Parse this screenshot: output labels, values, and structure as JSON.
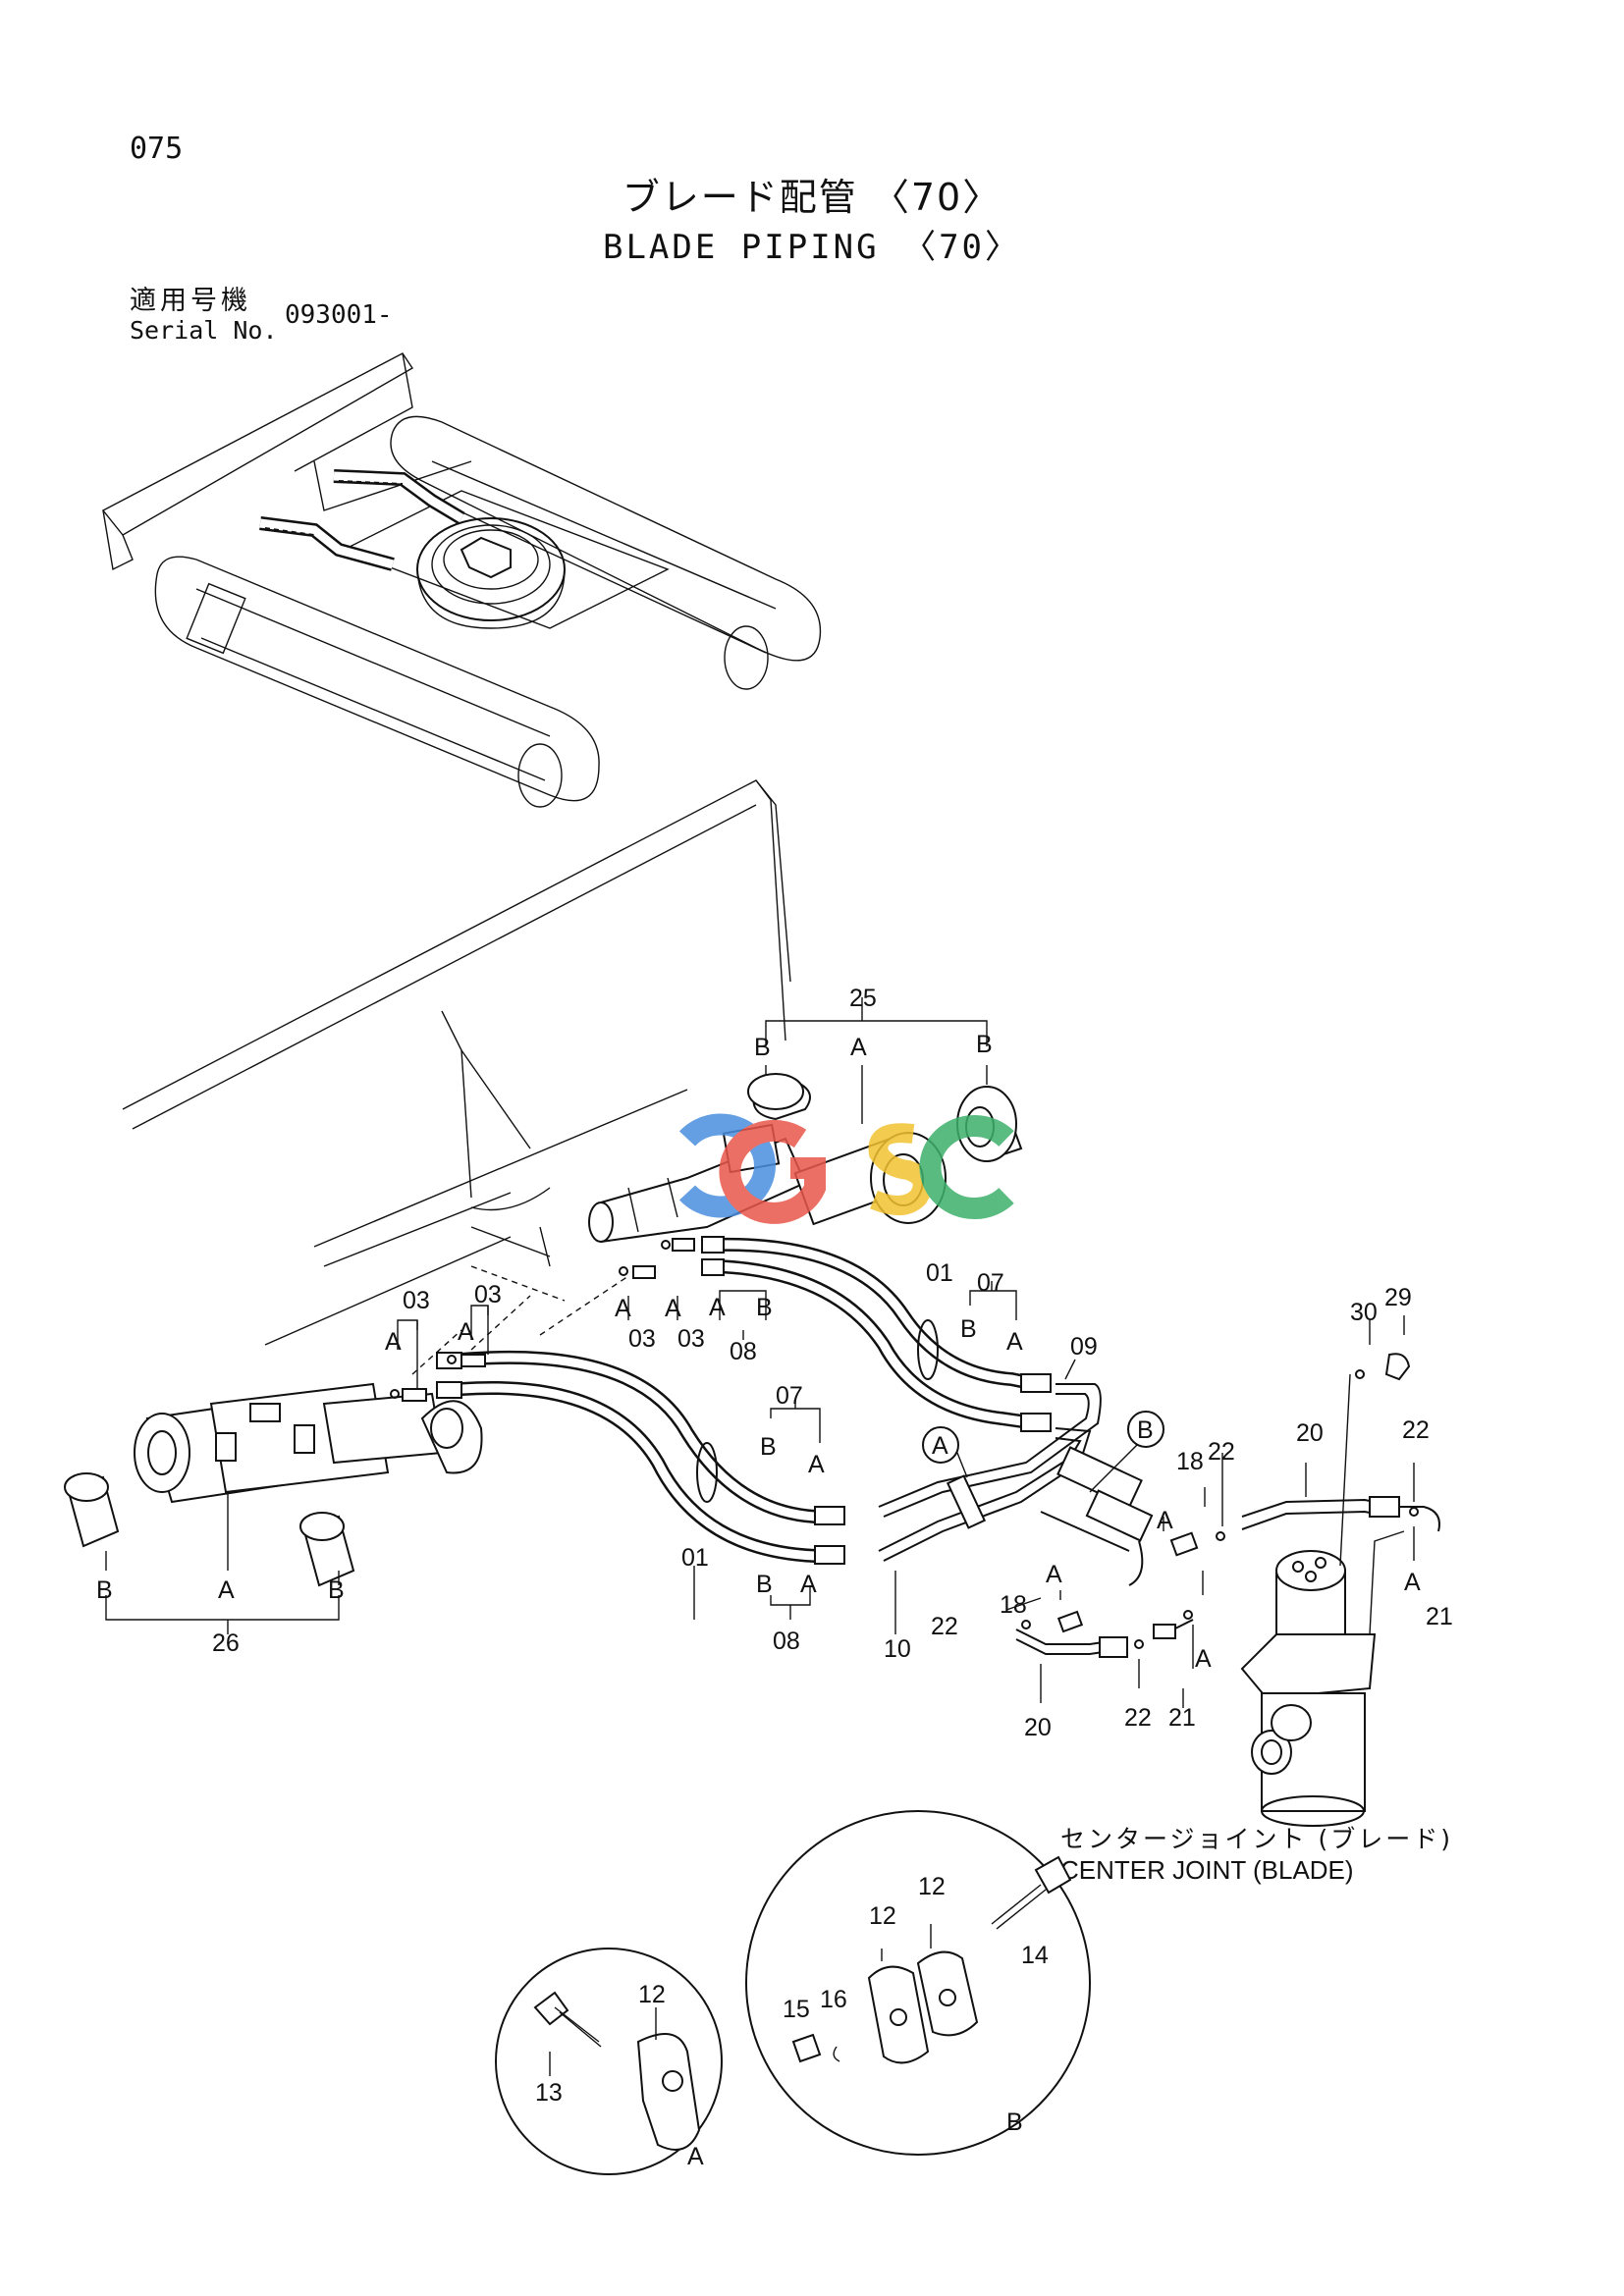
{
  "page_number": "075",
  "title_jp": "ブレード配管 〈70〉",
  "title_en": "BLADE PIPING 〈70〉",
  "serial_label_jp": "適用号機",
  "serial_label_en": "Serial No.",
  "serial_value": "093001-",
  "center_joint_jp": "センタージョイント (ブレード)",
  "center_joint_en": "CENTER JOINT (BLADE)",
  "watermark_text": "CGSC",
  "colors": {
    "watermark_c1": "#4a8fe0",
    "watermark_g": "#e8574a",
    "watermark_s": "#f2c230",
    "watermark_c2": "#3db06a"
  },
  "labels": {
    "l25": "25",
    "l25a": "A",
    "l25b1": "B",
    "l25b2": "B",
    "l26": "26",
    "l26a": "A",
    "l26b1": "B",
    "l26b2": "B",
    "l01a": "01",
    "l01b": "01",
    "l03a": "03",
    "l03b": "03",
    "l03c": "03",
    "l03d": "03",
    "l03a_a": "A",
    "l03b_a": "A",
    "l03c_a": "A",
    "l03d_a": "A",
    "l07a": "07",
    "l07a_b": "B",
    "l07a_a": "A",
    "l07b": "07",
    "l07b_b": "B",
    "l07b_a": "A",
    "l08a": "08",
    "l08a_a": "A",
    "l08a_b": "B",
    "l08b": "08",
    "l08b_b": "B",
    "l08b_a": "A",
    "l09": "09",
    "l10": "10",
    "l18a": "18",
    "l18a_a": "A",
    "l18b": "18",
    "l18b_a": "A",
    "l20a": "20",
    "l20b": "20",
    "l21a": "21",
    "l21a_a": "A",
    "l21b": "21",
    "l21b_a": "A",
    "l22a": "22",
    "l22b": "22",
    "l22c": "22",
    "l22d": "22",
    "l29": "29",
    "l30": "30",
    "callout_a": "A",
    "callout_b": "B",
    "l12a": "12",
    "l13": "13",
    "detail_a": "A",
    "l12b": "12",
    "l12c": "12",
    "l14": "14",
    "l15": "15",
    "l16": "16",
    "detail_b": "B"
  }
}
